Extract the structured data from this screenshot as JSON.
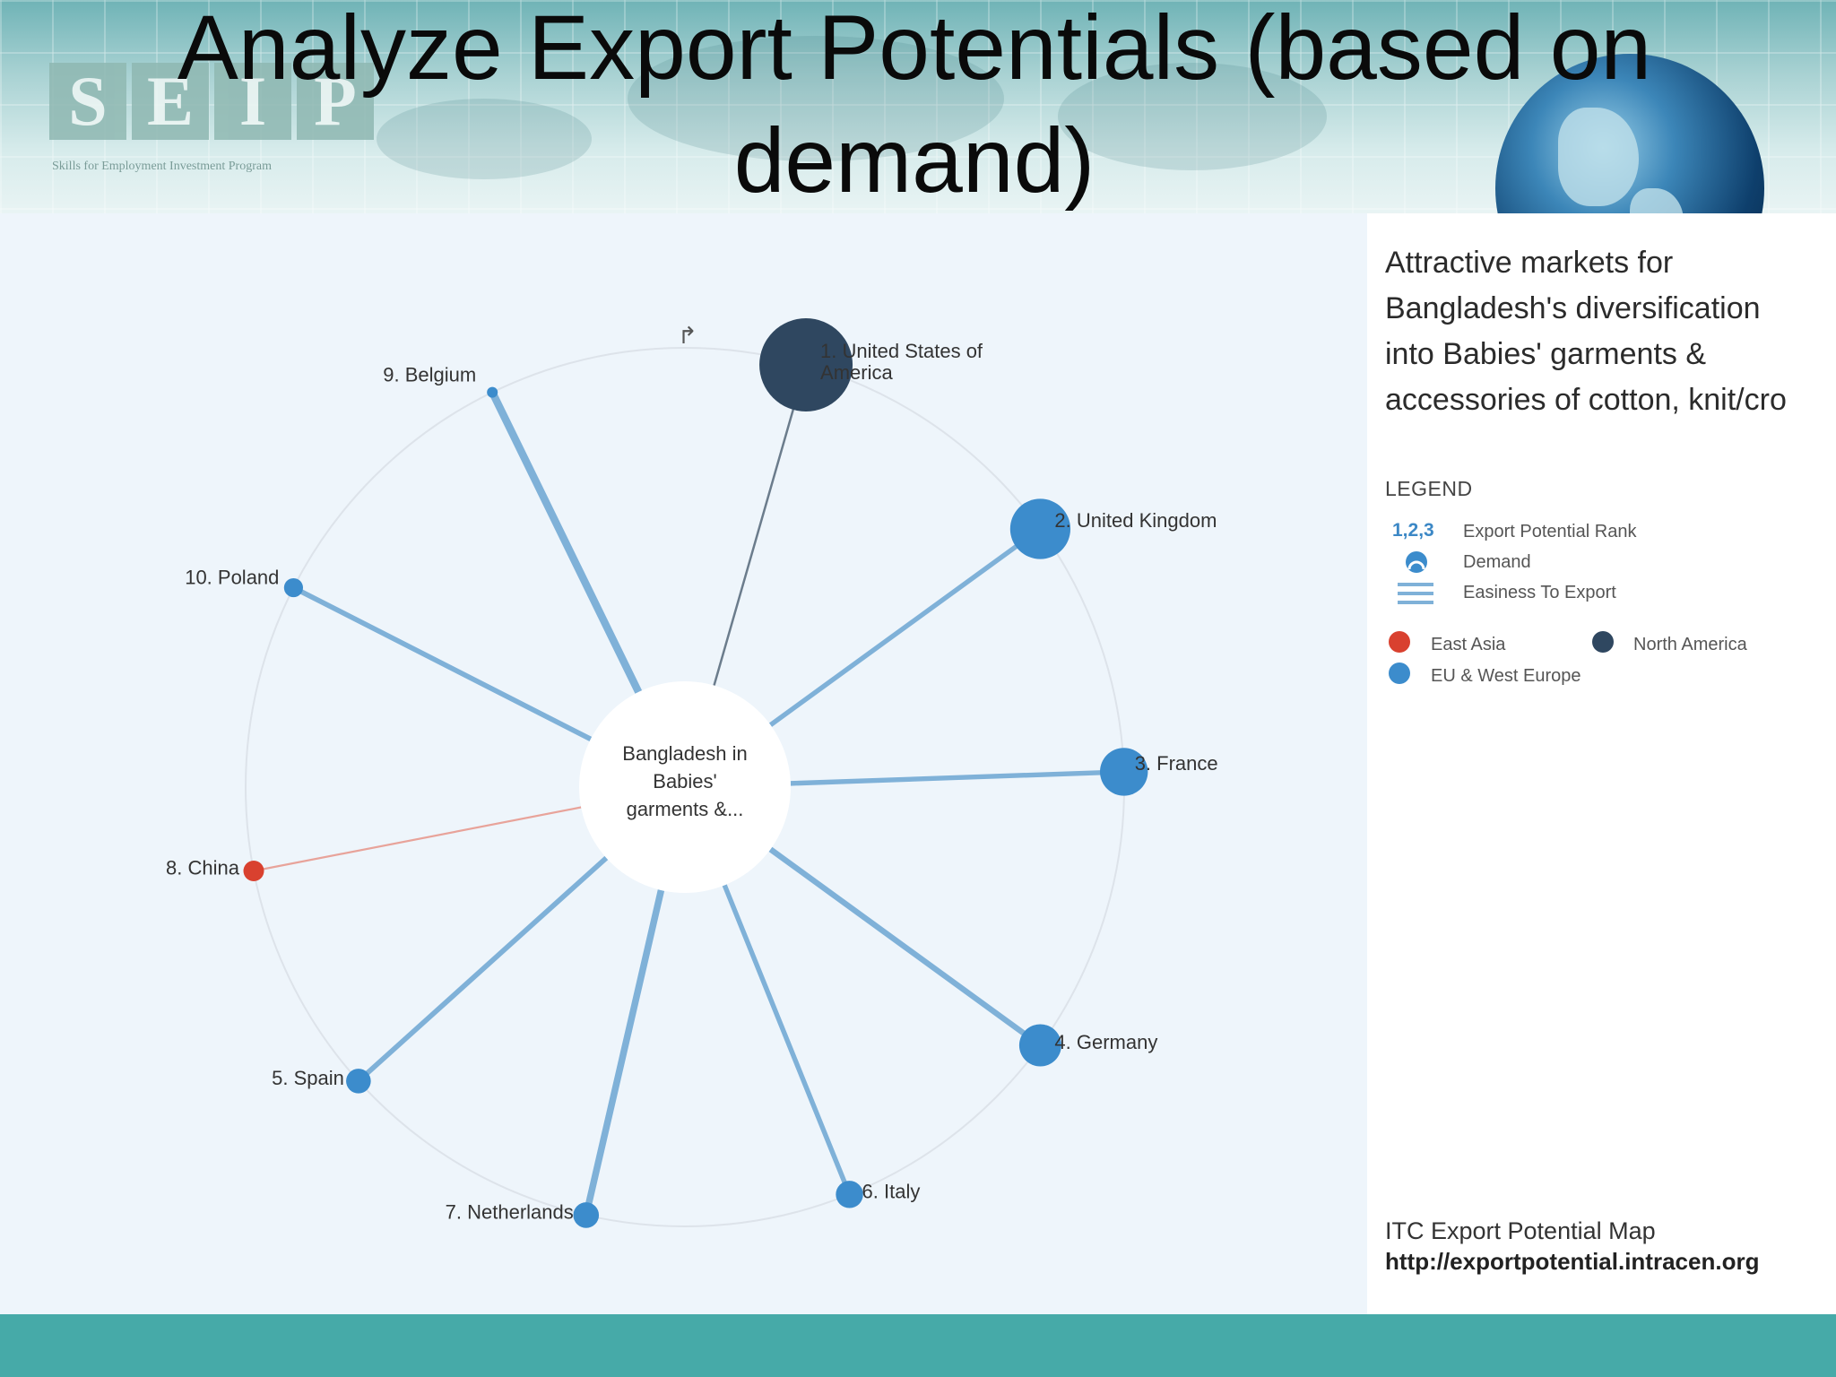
{
  "slide": {
    "title_line1": "Analyze Export Potentials (based on",
    "title_line2": "demand)",
    "logo_letters": [
      "S",
      "E",
      "I",
      "P"
    ],
    "logo_subtitle": "Skills for Employment Investment Program"
  },
  "panel": {
    "heading_lines": [
      "Attractive markets for",
      "Bangladesh's diversification",
      "into Babies' garments &",
      "accessories of cotton, knit/cro"
    ],
    "legend_title": "LEGEND",
    "legend_rank_glyph": "1,2,3",
    "legend_rank": "Export Potential Rank",
    "legend_demand": "Demand",
    "legend_ease": "Easiness To Export",
    "source_title": "ITC Export Potential Map",
    "source_url": "http://exportpotential.intracen.org"
  },
  "colors": {
    "east_asia": "#d9412f",
    "north_america": "#2f4760",
    "eu_west_europe": "#3c8ccc",
    "spoke_blue": "#7fb1d8",
    "footer": "#46aaa8"
  },
  "chart_data": {
    "type": "radial",
    "center_label_lines": [
      "Bangladesh in",
      "Babies'",
      "garments &..."
    ],
    "regions": [
      {
        "name": "East Asia",
        "color": "#d9412f"
      },
      {
        "name": "North America",
        "color": "#2f4760"
      },
      {
        "name": "EU & West Europe",
        "color": "#3c8ccc"
      }
    ],
    "markets": [
      {
        "rank": 1,
        "label_lines": [
          "1. United States of",
          "America"
        ],
        "region": "North America",
        "demand": 1.0,
        "ease": 0.15
      },
      {
        "rank": 2,
        "label_lines": [
          "2. United Kingdom"
        ],
        "region": "EU & West Europe",
        "demand": 0.6,
        "ease": 0.55
      },
      {
        "rank": 3,
        "label_lines": [
          "3. France"
        ],
        "region": "EU & West Europe",
        "demand": 0.45,
        "ease": 0.55
      },
      {
        "rank": 4,
        "label_lines": [
          "4. Germany"
        ],
        "region": "EU & West Europe",
        "demand": 0.38,
        "ease": 0.7
      },
      {
        "rank": 5,
        "label_lines": [
          "5. Spain"
        ],
        "region": "EU & West Europe",
        "demand": 0.17,
        "ease": 0.6
      },
      {
        "rank": 6,
        "label_lines": [
          "6. Italy"
        ],
        "region": "EU & West Europe",
        "demand": 0.2,
        "ease": 0.55
      },
      {
        "rank": 7,
        "label_lines": [
          "7. Netherlands"
        ],
        "region": "EU & West Europe",
        "demand": 0.18,
        "ease": 0.85
      },
      {
        "rank": 8,
        "label_lines": [
          "8. China"
        ],
        "region": "East Asia",
        "demand": 0.12,
        "ease": 0.1
      },
      {
        "rank": 9,
        "label_lines": [
          "9. Belgium"
        ],
        "region": "EU & West Europe",
        "demand": 0.0,
        "ease": 1.0
      },
      {
        "rank": 10,
        "label_lines": [
          "10. Poland"
        ],
        "region": "EU & West Europe",
        "demand": 0.1,
        "ease": 0.6
      }
    ]
  }
}
